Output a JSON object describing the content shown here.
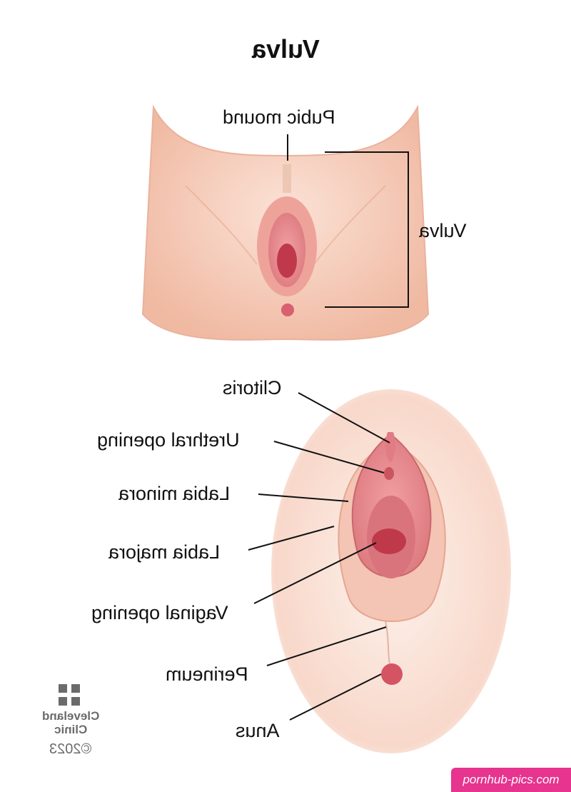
{
  "title": "Vulva",
  "top_view": {
    "pubic_mound": "Pubic mound",
    "vulva_bracket": "Vulva"
  },
  "detail_view": {
    "labels": {
      "clitoris": "Clitoris",
      "urethral_opening": "Urethral opening",
      "labia_minora": "Labia minora",
      "labia_majora": "Labia majora",
      "vaginal_opening": "Vaginal opening",
      "perineum": "Perineum",
      "anus": "Anus"
    }
  },
  "logo": {
    "line1": "Cleveland",
    "line2": "Clinic",
    "copyright": "©2023",
    "icon": "cleveland-clinic-cross-icon"
  },
  "watermark": "pornhub-pics.com",
  "colors": {
    "skin": "#f6cdb9",
    "skin_shadow": "#e9a48c",
    "labia": "#e58a8f",
    "inner": "#c0394b",
    "line": "#111111"
  }
}
